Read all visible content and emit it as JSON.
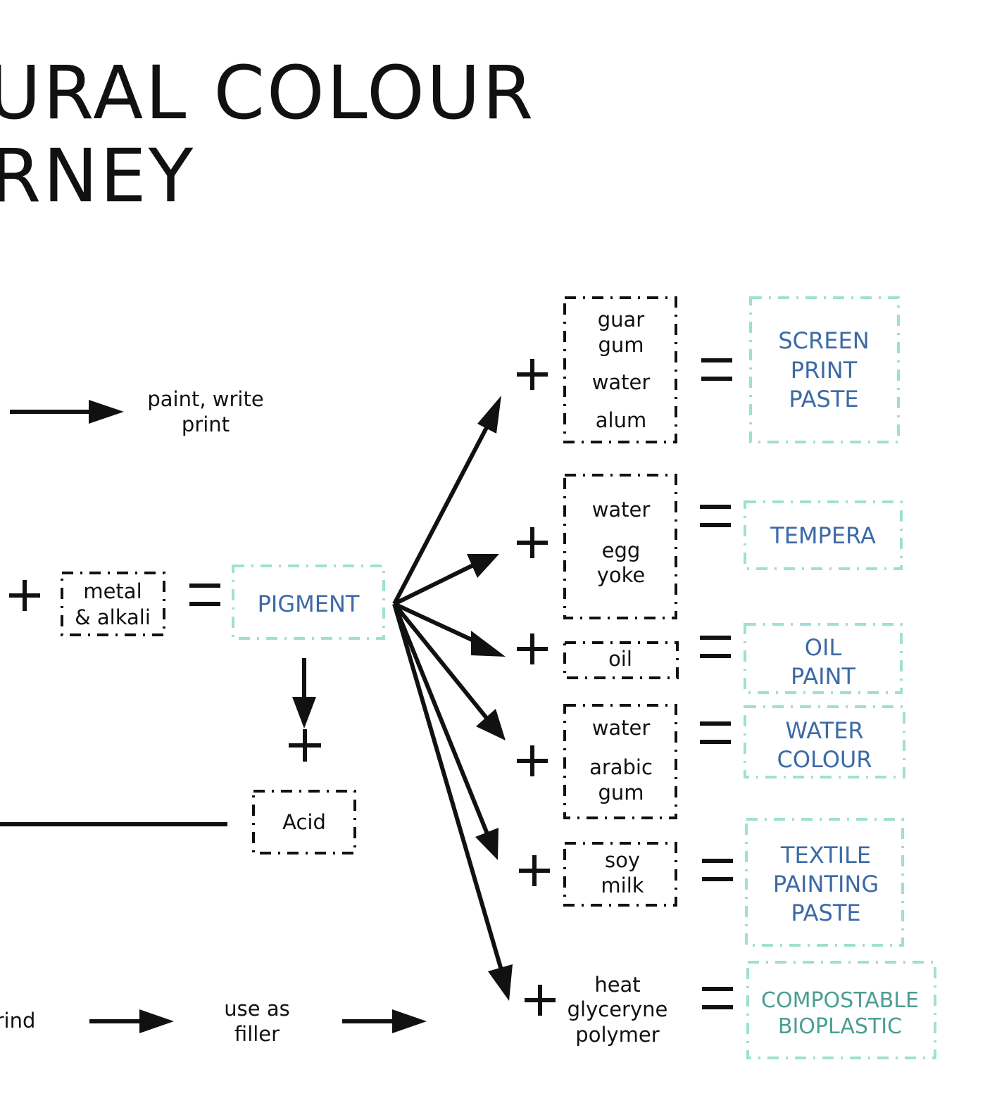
{
  "title": {
    "line1": "URAL COLOUR",
    "line2": "RNEY"
  },
  "labels": {
    "paint_write_print": [
      "paint, write",
      "print"
    ],
    "metal_alkali": [
      "metal",
      "& alkali"
    ],
    "pigment": "PIGMENT",
    "acid": "Acid",
    "grind_fragment": "rind",
    "use_as_filler": [
      "use as",
      "filler"
    ]
  },
  "recipes": [
    {
      "id": "screen-print",
      "ingredients": [
        "guar",
        "gum",
        "water",
        "alum"
      ],
      "result": [
        "SCREEN",
        "PRINT",
        "PASTE"
      ]
    },
    {
      "id": "tempera",
      "ingredients": [
        "water",
        "egg",
        "yoke"
      ],
      "result": [
        "TEMPERA"
      ]
    },
    {
      "id": "oil-paint",
      "ingredients": [
        "oil"
      ],
      "result": [
        "OIL",
        "PAINT"
      ]
    },
    {
      "id": "water-colour",
      "ingredients": [
        "water",
        "arabic",
        "gum"
      ],
      "result": [
        "WATER",
        "COLOUR"
      ]
    },
    {
      "id": "textile-paste",
      "ingredients": [
        "soy",
        "milk"
      ],
      "result": [
        "TEXTILE",
        "PAINTING",
        "PASTE"
      ]
    },
    {
      "id": "bioplastic",
      "ingredients": [
        "heat",
        "glyceryne",
        "polymer"
      ],
      "result": [
        "COMPOSTABLE",
        "BIOPLASTIC"
      ]
    }
  ],
  "colors": {
    "ink": "#111111",
    "result_text_blue": "#3c6aa6",
    "result_text_teal": "#4a9e92",
    "result_border": "#9fe0cf"
  }
}
